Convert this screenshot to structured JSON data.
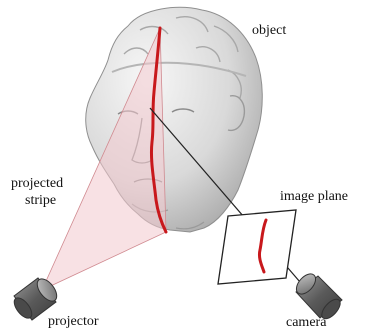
{
  "labels": {
    "object": "object",
    "projected_stripe_line1": "projected",
    "projected_stripe_line2": "stripe",
    "image_plane": "image plane",
    "projector": "projector",
    "camera": "camera"
  },
  "colors": {
    "stripe": "#c8181c",
    "beam": "#f2c9cd",
    "head_shade": "#d6d6d6",
    "device_body": "#6e6e6e"
  }
}
